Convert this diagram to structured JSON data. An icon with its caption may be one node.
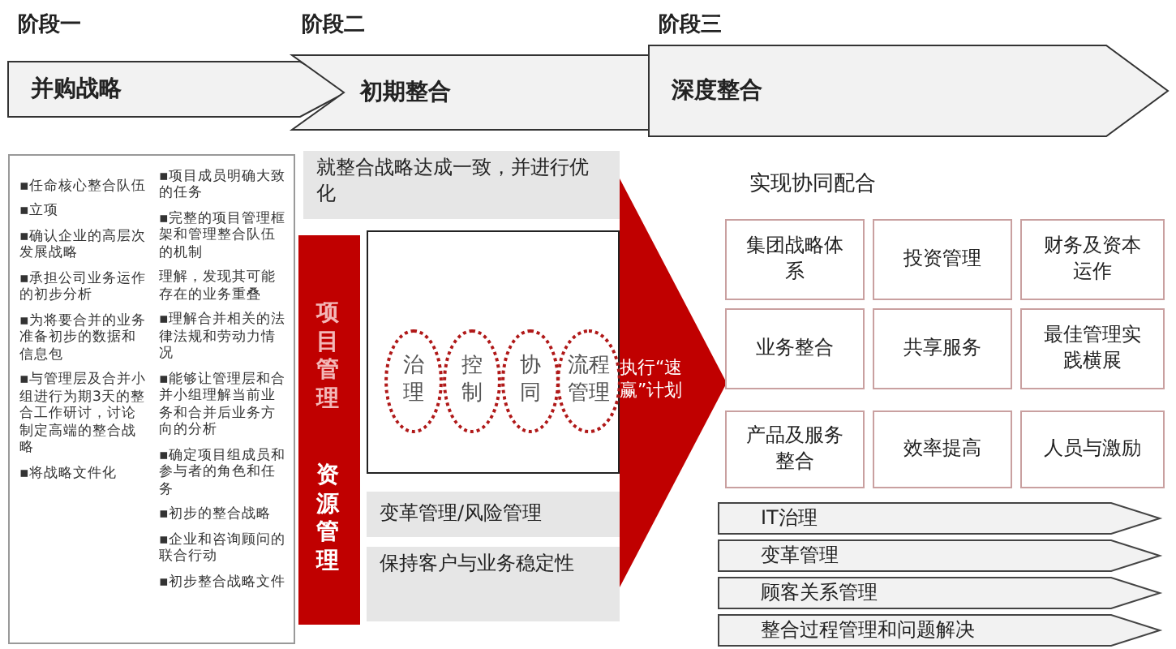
{
  "diagram": {
    "nodes": [
      {
        "text": [
          "阶段一",
          "并购战略"
        ]
      },
      {
        "text": [
          "阶段二",
          "初期整合"
        ]
      },
      {
        "text": [
          "阶段三",
          "深度整合"
        ]
      },
      {
        "text": [
          "▪任命核心整合队伍",
          "▪立项",
          "▪确认企业的高层次发展战略",
          "▪承担公司业务运作的初步分析",
          "▪为将要合并的业务准备初步的数据和信息包",
          "▪与管理层及合并小组进行为期3天的整合工作研讨，讨论制定高端的整合战略",
          "▪将战略文件化",
          "▪项目成员明确大致的任务",
          "▪完整的项目管理框架和管理整合队伍的机制",
          "理解，发现其可能存在的业务重叠",
          "▪理解合并相关的法律法规和劳动力情况",
          "▪能够让管理层和合并小组理解当前业务和合并后业务方向的分析",
          "▪确定项目组成员和参与者的角色和任务",
          "▪初步的整合战略",
          "▪企业和咨询顾问的联合行动",
          "▪初步整合战略文件"
        ]
      },
      {
        "text": [
          "就整合战略达成一致，并进行优化"
        ]
      },
      {
        "text": [
          "项目管理",
          "资源管理"
        ]
      },
      {
        "text": [],
        "shape": "box"
      },
      {
        "text": [
          "治理"
        ],
        "in": 6
      },
      {
        "text": [
          "控制"
        ],
        "in": 6
      },
      {
        "text": [
          "协同"
        ],
        "in": 6
      },
      {
        "text": [
          "流程管理"
        ],
        "in": 6
      },
      {
        "text": [
          "变革管理/风险管理"
        ]
      },
      {
        "text": [
          "保持客户与业务稳定性"
        ]
      },
      {
        "text": [
          "执行“速赢”计划"
        ]
      },
      {
        "text": [
          "集团战略体系"
        ]
      },
      {
        "text": [
          "投资管理"
        ]
      },
      {
        "text": [
          "财务及资本运作"
        ]
      },
      {
        "text": [
          "业务整合"
        ]
      },
      {
        "text": [
          "共享服务"
        ]
      },
      {
        "text": [
          "最佳管理实践横展"
        ]
      },
      {
        "text": [
          "产品及服务整合"
        ]
      },
      {
        "text": [
          "效率提高"
        ]
      },
      {
        "text": [
          "人员与激励"
        ]
      },
      {
        "text": [
          "IT治理"
        ]
      },
      {
        "text": [
          "变革管理"
        ]
      },
      {
        "text": [
          "顾客关系管理"
        ]
      },
      {
        "text": [
          "整合过程管理和问题解决"
        ]
      }
    ],
    "labels": [
      "实现协同配合"
    ]
  }
}
